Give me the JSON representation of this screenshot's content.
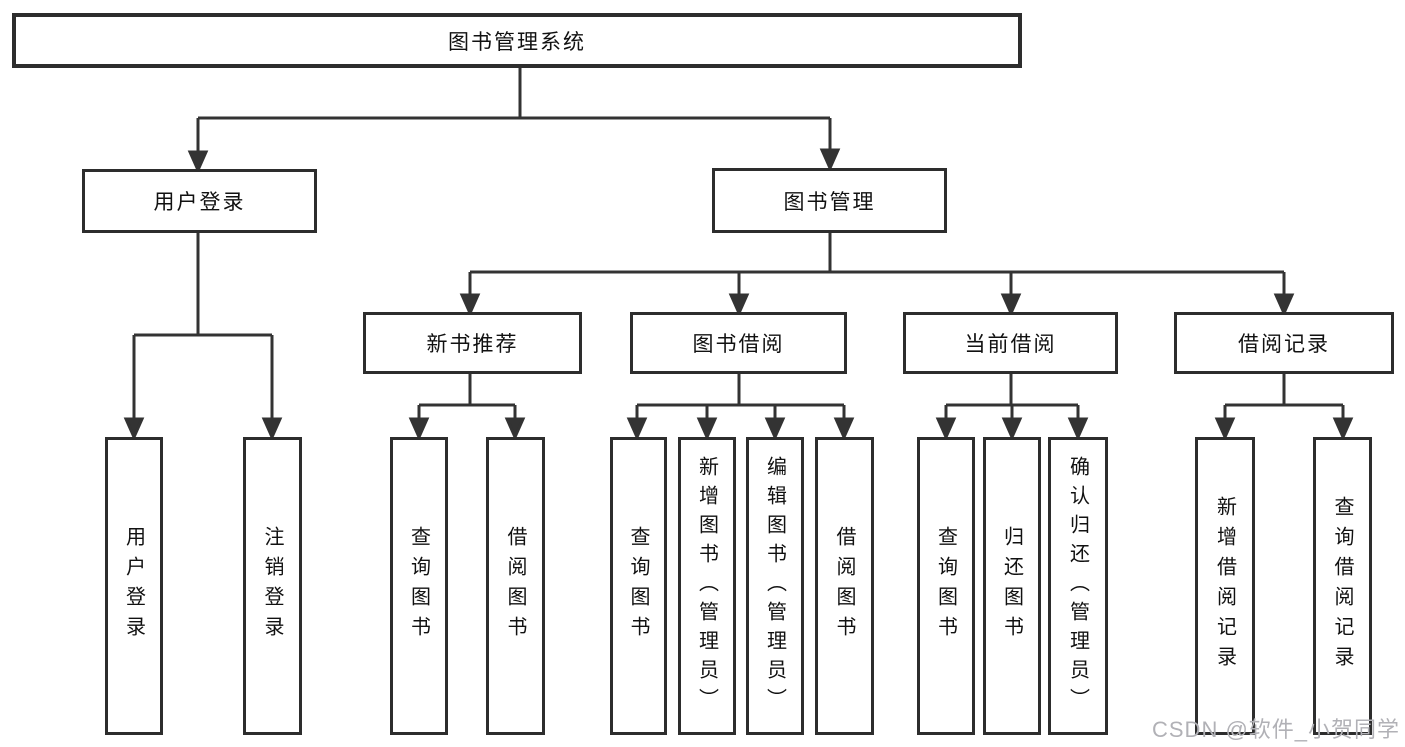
{
  "nodes": {
    "root": "图书管理系统",
    "user_login": "用户登录",
    "book_mgmt": "图书管理",
    "new_book_rec": "新书推荐",
    "book_borrow": "图书借阅",
    "current_borrow": "当前借阅",
    "borrow_records": "借阅记录",
    "ul_login": "用户登录",
    "ul_logout": "注销登录",
    "nb_query": "查询图书",
    "nb_borrow": "借阅图书",
    "bb_query": "查询图书",
    "bb_add": "新增图书（管理员）",
    "bb_edit": "编辑图书（管理员）",
    "bb_borrow": "借阅图书",
    "cb_query": "查询图书",
    "cb_return": "归还图书",
    "cb_confirm": "确认归还（管理员）",
    "br_add": "新增借阅记录",
    "br_query": "查询借阅记录"
  },
  "structure": {
    "root": [
      "user_login",
      "book_mgmt"
    ],
    "user_login": [
      "ul_login",
      "ul_logout"
    ],
    "book_mgmt": [
      "new_book_rec",
      "book_borrow",
      "current_borrow",
      "borrow_records"
    ],
    "new_book_rec": [
      "nb_query",
      "nb_borrow"
    ],
    "book_borrow": [
      "bb_query",
      "bb_add",
      "bb_edit",
      "bb_borrow"
    ],
    "current_borrow": [
      "cb_query",
      "cb_return",
      "cb_confirm"
    ],
    "borrow_records": [
      "br_add",
      "br_query"
    ]
  },
  "watermark": "CSDN @软件_小贺同学",
  "colors": {
    "line": "#333333",
    "box_border": "#2d2d2d",
    "text": "#111111",
    "watermark": "#b1b1b6",
    "background": "#ffffff"
  }
}
